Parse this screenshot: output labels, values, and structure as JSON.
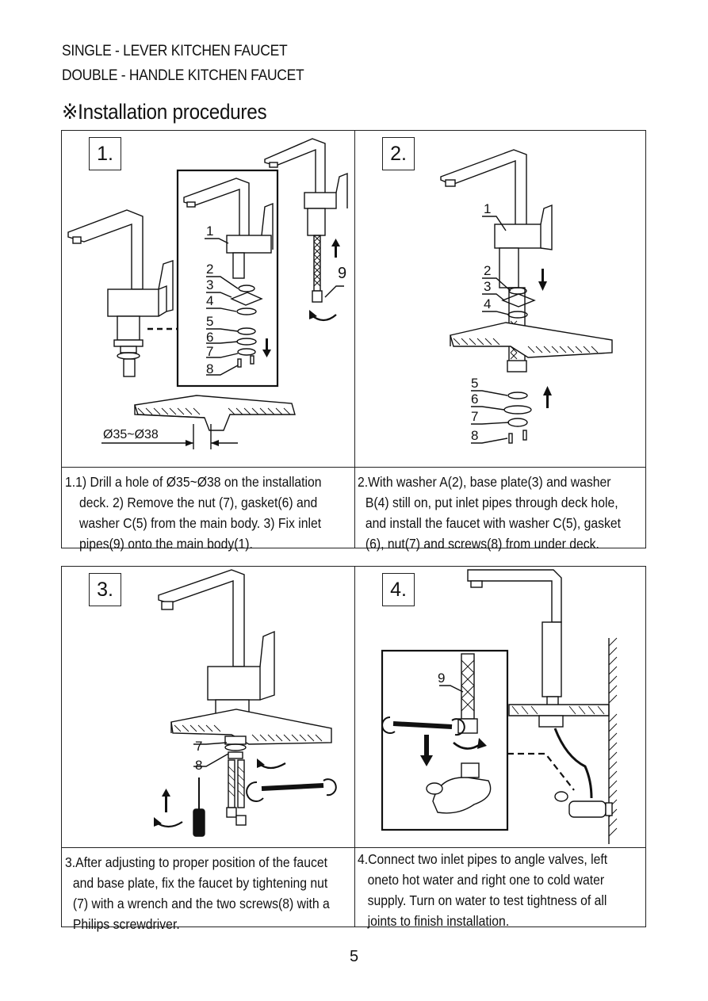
{
  "header": {
    "line1": "SINGLE - LEVER KITCHEN FAUCET",
    "line2": "DOUBLE - HANDLE KITCHEN FAUCET",
    "title": "※Installation procedures"
  },
  "steps": [
    {
      "number": "1.",
      "lines": [
        "1.1) Drill a hole of Ø35~Ø38 on the installation",
        "deck. 2) Remove the nut (7), gasket(6) and",
        "washer C(5) from the main body. 3) Fix inlet",
        "pipes(9) onto the main body(1)."
      ],
      "labels": [
        "1",
        "2",
        "3",
        "4",
        "5",
        "6",
        "7",
        "8",
        "9"
      ],
      "dimension": "Ø35~Ø38"
    },
    {
      "number": "2.",
      "lines": [
        "2.With washer A(2), base plate(3) and washer",
        "B(4) still on, put inlet pipes through deck hole,",
        "and install the faucet with washer C(5), gasket",
        "(6), nut(7) and screws(8) from under deck."
      ],
      "labels": [
        "1",
        "2",
        "3",
        "4",
        "5",
        "6",
        "7",
        "8"
      ]
    },
    {
      "number": "3.",
      "lines": [
        "3.After adjusting to proper position of the faucet",
        "and base plate, fix the faucet by tightening nut",
        "(7) with a wrench and the two screws(8) with a",
        "Philips screwdriver."
      ],
      "labels": [
        "7",
        "8"
      ]
    },
    {
      "number": "4.",
      "lines": [
        "4.Connect two inlet pipes to angle valves, left",
        "oneto hot water and right one to cold water",
        "supply. Turn on water to test tightness of all",
        "joints to finish installation."
      ],
      "labels": [
        "9"
      ]
    }
  ],
  "page_number": "5"
}
